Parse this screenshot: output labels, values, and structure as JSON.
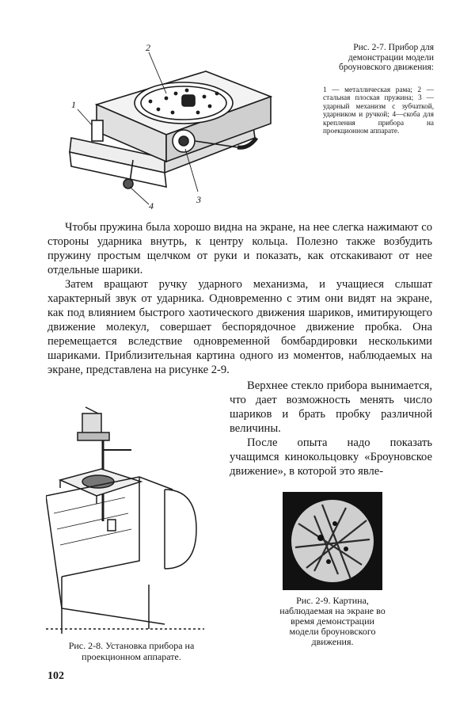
{
  "figure_2_7": {
    "caption_title": "Рис. 2-7. Прибор для демонстрации модели броуновского движения:",
    "legend": "1 — металлическая рама; 2 — стальная плоская пружина; 3 — ударный механизм с зубчаткой, ударником и ручкой; 4—скоба для крепления прибора на проекционном аппарате.",
    "callouts": [
      "1",
      "2",
      "3",
      "4"
    ]
  },
  "body": {
    "paragraph_1": "Чтобы пружина была хорошо видна на экране, на нее слегка нажимают со стороны ударника внутрь, к центру кольца. Полезно также возбудить пружину простым щелчком от руки и показать, как отскакивают от нее отдельные шарики.",
    "paragraph_2": "Затем вращают ручку ударного механизма, и учащиеся слышат характерный звук от ударника. Одновременно с этим они видят на экране, как под влиянием быстрого хаотического движения шариков, имитирующего движение молекул, совершает беспорядочное движение пробка. Она перемещается вследствие одновременной бомбардировки несколькими шариками. Приблизительная картина одного из моментов, наблюдаемых на экране, представлена на рисунке 2-9.",
    "paragraph_3": "Верхнее стекло прибора вынимается, что дает возможность менять число шариков и брать пробку различной величины.",
    "paragraph_4": "После опыта надо показать учащимся кинокольцовку «Броуновское движение», в которой это явле-"
  },
  "figure_2_8": {
    "caption": "Рис. 2-8. Установка прибора на проекционном аппарате."
  },
  "figure_2_9": {
    "caption": "Рис. 2-9. Картина, наблюдаемая на экране во время демонстрации модели броуновского движения."
  },
  "page_number": "102"
}
